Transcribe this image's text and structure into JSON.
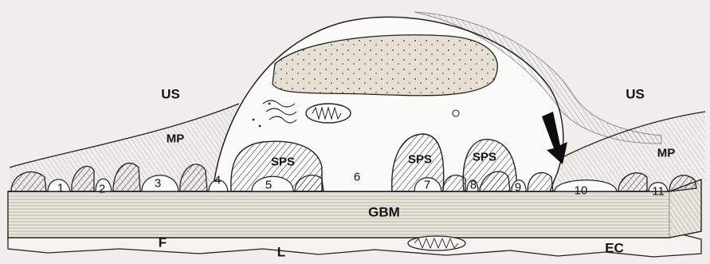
{
  "labels": {
    "us_left": "US",
    "us_right": "US",
    "mp_left": "MP",
    "mp_right": "MP",
    "sps_1": "SPS",
    "sps_2": "SPS",
    "sps_3": "SPS",
    "gbm": "GBM",
    "f": "F",
    "l": "L",
    "ec": "EC",
    "slits": [
      "1",
      "2",
      "3",
      "4",
      "5",
      "6",
      "7",
      "8",
      "9",
      "10",
      "11"
    ]
  },
  "colors": {
    "paper": "#efeeea",
    "ink": "#141414",
    "gbm_band": "#e9e6dc",
    "cell_body": "#fafaf8",
    "nucleus": "#e6e0d2"
  },
  "icons": [
    "arrow-down-icon",
    "mitochondrion-icon"
  ]
}
